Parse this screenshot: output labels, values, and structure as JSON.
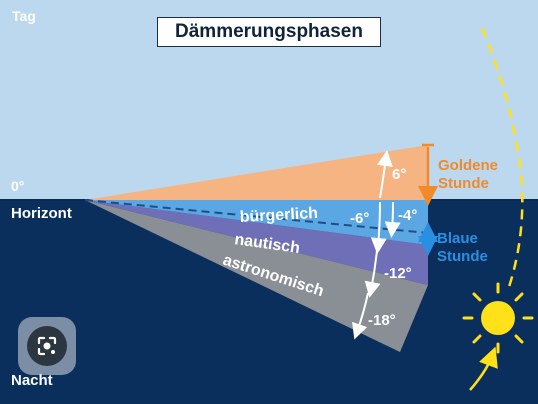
{
  "title": "Dämmerungsphasen",
  "labels": {
    "tag": "Tag",
    "zero_deg": "0°",
    "horizont": "Horizont",
    "nacht": "Nacht",
    "buergerlich": "bürgerlich",
    "nautisch": "nautisch",
    "astronomisch": "astronomisch",
    "deg_pos6": "6°",
    "deg_neg6": "-6°",
    "deg_neg4": "-4°",
    "deg_neg12": "-12°",
    "deg_neg18": "-18°",
    "golden_line1": "Goldene",
    "golden_line2": "Stunde",
    "blue_line1": "Blaue",
    "blue_line2": "Stunde"
  },
  "colors": {
    "sky": "#bcd8ef",
    "night": "#0b2f5c",
    "golden": "#f5b482",
    "golden_text": "#f08a2a",
    "buergerlich": "#5ba7e3",
    "nautisch": "#6f6fb8",
    "astronomisch": "#8a8f96",
    "blue_text": "#2a8fe0",
    "sun": "#ffe11a"
  },
  "icons": [
    "sun-icon",
    "lens-search-icon"
  ]
}
